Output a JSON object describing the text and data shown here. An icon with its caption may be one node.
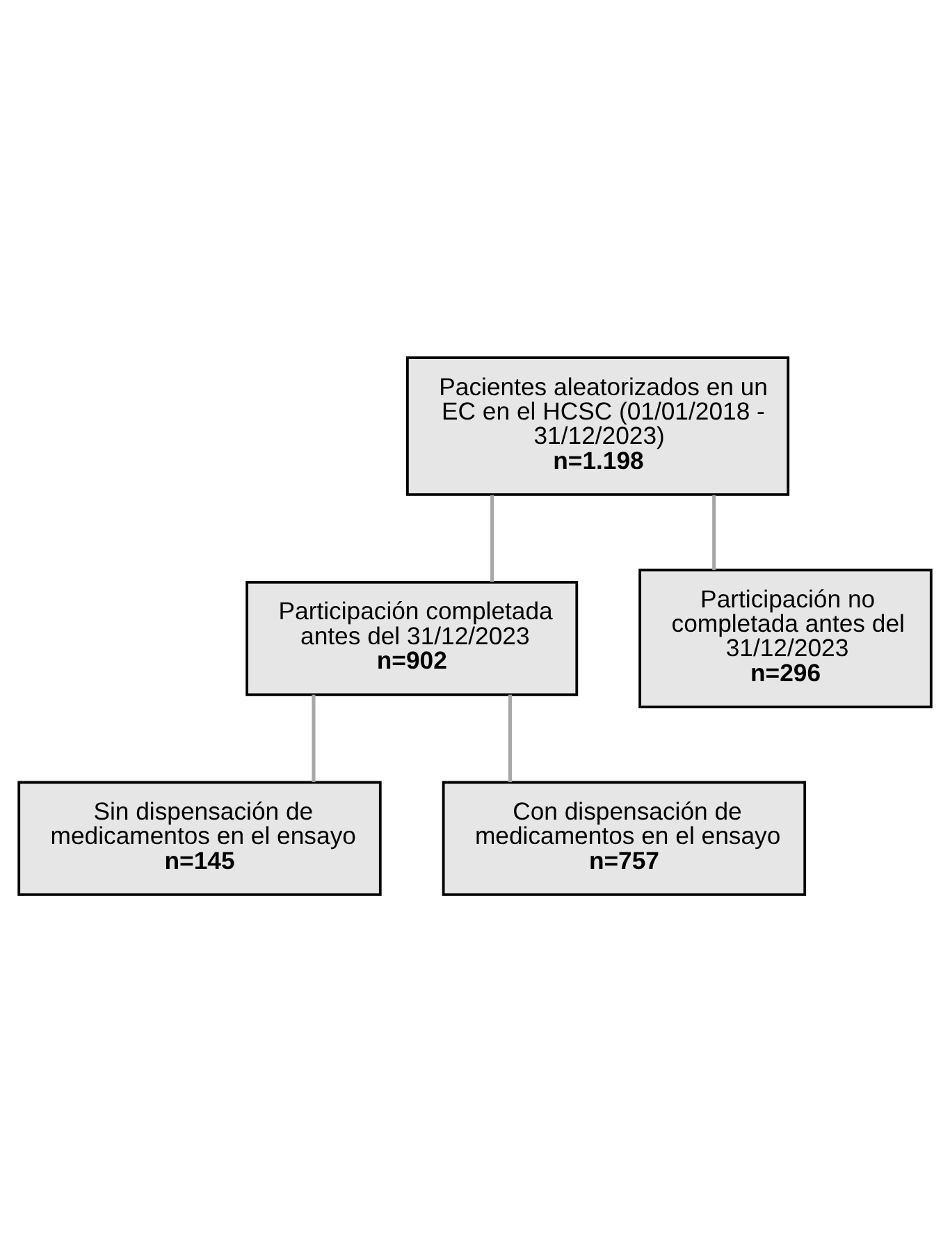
{
  "diagram": {
    "nodes": [
      {
        "text": [
          "Pacientes aleatorizados en un EC en el HCSC (01/01/2018 - 31/12/2023)",
          "n=1.198"
        ]
      },
      {
        "text": [
          "Participación completada antes del 31/12/2023",
          "n=902"
        ]
      },
      {
        "text": [
          "Participación no completada antes del 31/12/2023",
          "n=296"
        ]
      },
      {
        "text": [
          "Sin dispensación de medicamentos en el ensayo",
          "n=145"
        ]
      },
      {
        "text": [
          "Con dispensación de medicamentos en el ensayo",
          "n=757"
        ]
      }
    ],
    "edges": [
      {
        "from": 0,
        "to": 1,
        "arrow": "none"
      },
      {
        "from": 0,
        "to": 2,
        "arrow": "none"
      },
      {
        "from": 1,
        "to": 3,
        "arrow": "none"
      },
      {
        "from": 1,
        "to": 4,
        "arrow": "none"
      }
    ]
  }
}
